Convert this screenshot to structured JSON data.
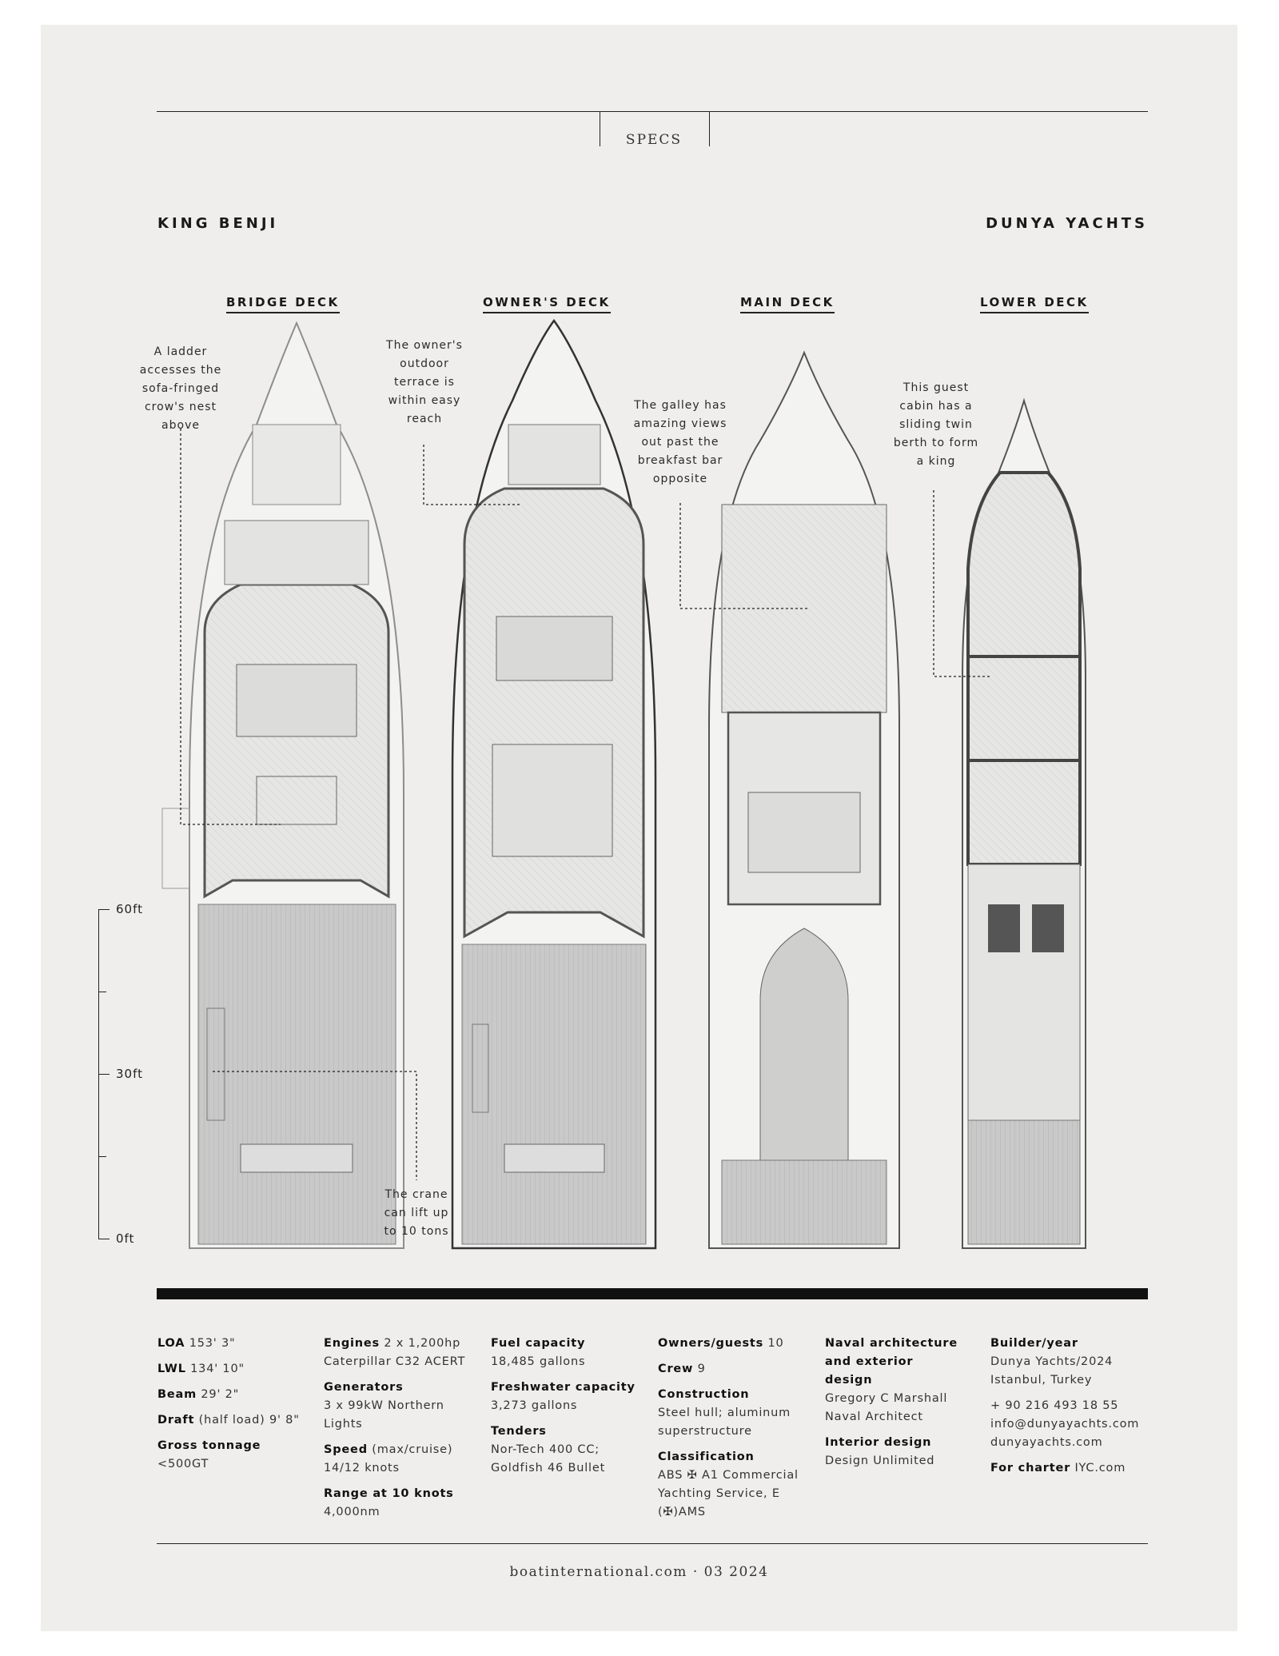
{
  "header": {
    "section": "SPECS",
    "yacht_name": "KING BENJI",
    "builder_name": "DUNYA YACHTS"
  },
  "decks": [
    {
      "title": "BRIDGE DECK"
    },
    {
      "title": "OWNER'S DECK"
    },
    {
      "title": "MAIN DECK"
    },
    {
      "title": "LOWER DECK"
    }
  ],
  "captions": {
    "bridge": [
      "A ladder",
      "accesses the",
      "sofa-fringed",
      "crow's nest",
      "above"
    ],
    "owner": [
      "The owner's",
      "outdoor",
      "terrace is",
      "within easy",
      "reach"
    ],
    "galley": [
      "The galley has",
      "amazing views",
      "out past the",
      "breakfast bar",
      "opposite"
    ],
    "guest": [
      "This guest",
      "cabin has a",
      "sliding twin",
      "berth to form",
      "a king"
    ],
    "crane": [
      "The crane",
      "can lift up",
      "to 10 tons"
    ]
  },
  "scale": [
    "60ft",
    "30ft",
    "0ft"
  ],
  "specs": [
    [
      {
        "label": "LOA",
        "value": " 153' 3\""
      },
      {
        "label": "LWL",
        "value": " 134' 10\""
      },
      {
        "label": "Beam",
        "value": " 29' 2\""
      },
      {
        "label": "Draft",
        "value": " (half load) 9' 8\""
      },
      {
        "label": "Gross tonnage",
        "value": "<500GT"
      }
    ],
    [
      {
        "label": "Engines",
        "value": " 2 x 1,200hp Caterpillar C32 ACERT"
      },
      {
        "label": "Generators",
        "value": "3 x 99kW Northern Lights"
      },
      {
        "label": "Speed",
        "value": " (max/cruise) 14/12 knots"
      },
      {
        "label": "Range at 10 knots",
        "value": "4,000nm"
      }
    ],
    [
      {
        "label": "Fuel capacity",
        "value": "18,485 gallons"
      },
      {
        "label": "Freshwater capacity",
        "value": "3,273 gallons"
      },
      {
        "label": "Tenders",
        "value": "Nor-Tech 400 CC; Goldfish 46 Bullet"
      }
    ],
    [
      {
        "label": "Owners/guests",
        "value": " 10"
      },
      {
        "label": "Crew",
        "value": " 9"
      },
      {
        "label": "Construction",
        "value": "Steel hull; aluminum superstructure"
      },
      {
        "label": "Classification",
        "value": "ABS ✠ A1 Commercial Yachting Service, E (✠)AMS"
      }
    ],
    [
      {
        "label": "Naval architecture and exterior design",
        "value": "Gregory C Marshall Naval Architect"
      },
      {
        "label": "Interior design",
        "value": "Design Unlimited"
      }
    ],
    [
      {
        "label": "Builder/year",
        "value": "Dunya Yachts/2024 Istanbul, Turkey"
      },
      {
        "label": "",
        "value": "+ 90 216 493 18 55 info@dunyayachts.com dunyayachts.com"
      },
      {
        "label": "For charter",
        "value": " IYC.com"
      }
    ]
  ],
  "footer": "boatinternational.com · 03 2024"
}
